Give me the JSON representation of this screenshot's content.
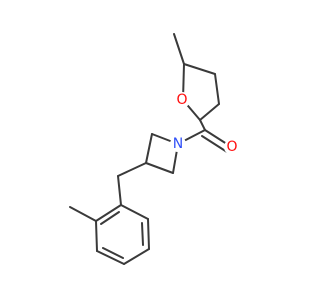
{
  "molecule": {
    "atom_labels": {
      "ring_oxygen": "O",
      "carbonyl_oxygen": "O",
      "azetidine_nitrogen": "N"
    },
    "colors": {
      "bond": "#3a3a3a",
      "oxygen": "#ff0d0d",
      "nitrogen": "#3050f8",
      "background": "#ffffff"
    }
  }
}
